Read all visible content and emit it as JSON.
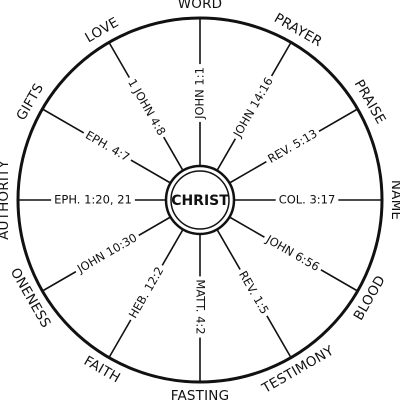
{
  "center": {
    "label": "CHRIST"
  },
  "spokes": [
    {
      "word": "WORD",
      "ref": "JOHN 1:1"
    },
    {
      "word": "PRAYER",
      "ref": "JOHN 14:16"
    },
    {
      "word": "PRAISE",
      "ref": "REV. 5:13"
    },
    {
      "word": "NAME",
      "ref": "COL. 3:17"
    },
    {
      "word": "BLOOD",
      "ref": "JOHN 6:56"
    },
    {
      "word": "TESTIMONY",
      "ref": "REV. 1:5"
    },
    {
      "word": "FASTING",
      "ref": "MATT. 4:2"
    },
    {
      "word": "FAITH",
      "ref": "HEB. 12:2"
    },
    {
      "word": "ONENESS",
      "ref": "JOHN 10:30"
    },
    {
      "word": "AUTHORITY",
      "ref": "EPH. 1:20, 21"
    },
    {
      "word": "GIFTS",
      "ref": "EPH. 4:7"
    },
    {
      "word": "LOVE",
      "ref": "1 JOHN 4:8"
    }
  ]
}
